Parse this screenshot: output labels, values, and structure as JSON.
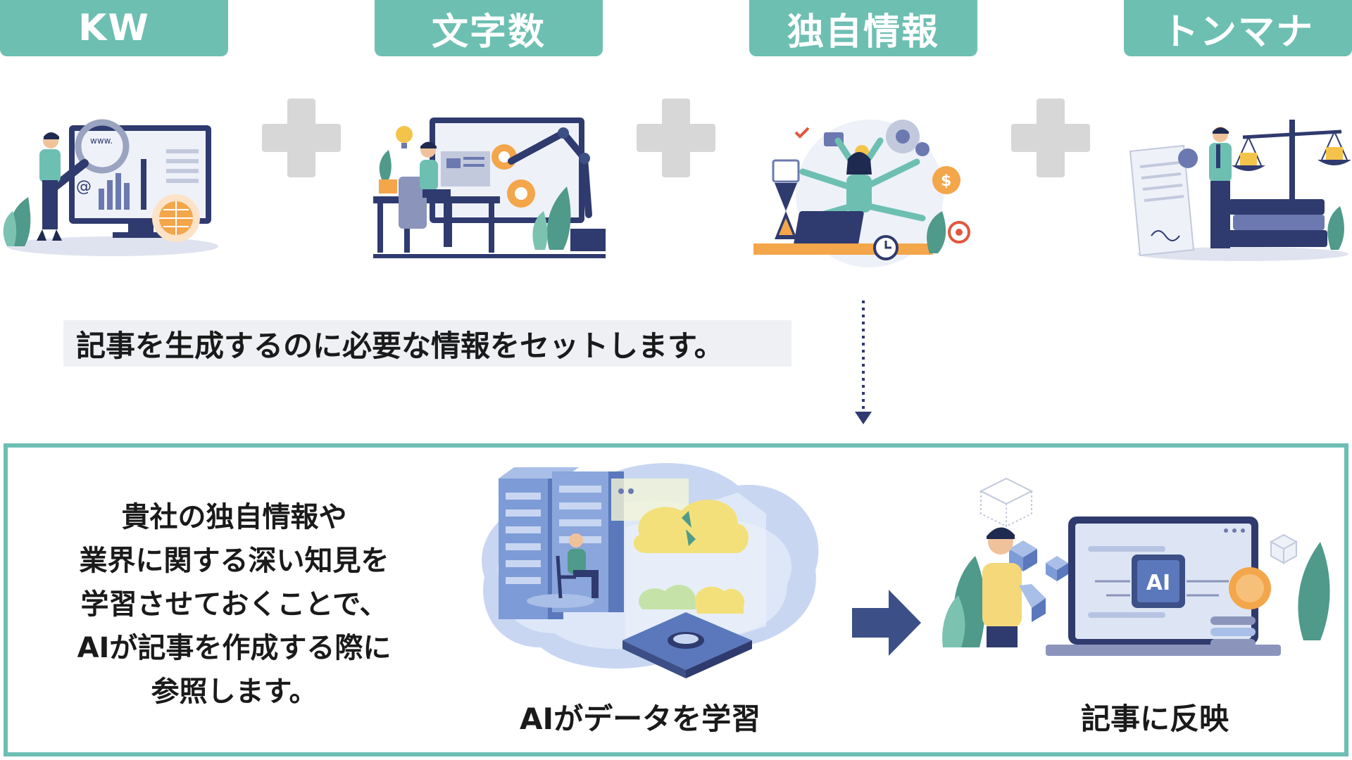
{
  "headers": [
    {
      "label": "KW",
      "icon": "keyword-search-illustration"
    },
    {
      "label": "文字数",
      "icon": "writing-workstation-illustration"
    },
    {
      "label": "独自情報",
      "icon": "multitasking-info-illustration"
    },
    {
      "label": "トンマナ",
      "icon": "tone-balance-illustration"
    }
  ],
  "caption": "記事を生成するのに必要な情報をセットします。",
  "description_lines": [
    "貴社の独自情報や",
    "業界に関する深い知見を",
    "学習させておくことで、",
    "AIが記事を作成する際に",
    "参照します。"
  ],
  "learn_label": "AIがデータを学習",
  "reflect_label": "記事に反映",
  "ai_chip_label": "AI",
  "url_text": "www.",
  "at_symbol": "@",
  "dollar_symbol": "$",
  "colors": {
    "accent": "#6dbfb2",
    "navy": "#2f3a6e",
    "plus": "#d7d7d7",
    "caption_bg": "#eef0f4",
    "arrow": "#3c4f86"
  }
}
